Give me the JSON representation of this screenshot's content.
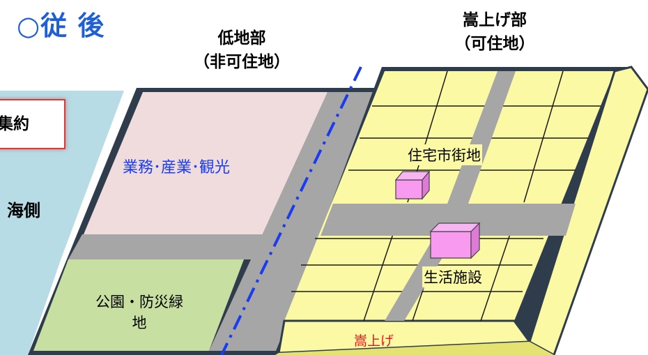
{
  "title": "○従 後",
  "headers": {
    "lowland": [
      "低地部",
      "（非可住地）"
    ],
    "raised": [
      "嵩上げ部",
      "（可住地）"
    ]
  },
  "labels": {
    "concentration": "集約",
    "sea_side": "海側",
    "business": "業務･産業･観光",
    "park": "公園・防災緑地",
    "residential": "住宅市街地",
    "living_facilities": "生活施設",
    "raising": "嵩上げ"
  },
  "colors": {
    "title": "#1f5fd6",
    "sea": "#b7dce6",
    "business_zone": "#f0dcdc",
    "park_zone": "#c7e0a2",
    "residential_zone": "#fbf9a4",
    "road": "#a6a6a6",
    "building": "#f79af0",
    "boundary_line": "#1a3cf0",
    "raising_text": "#e8141e",
    "concentration_border": "#d83a3a"
  }
}
